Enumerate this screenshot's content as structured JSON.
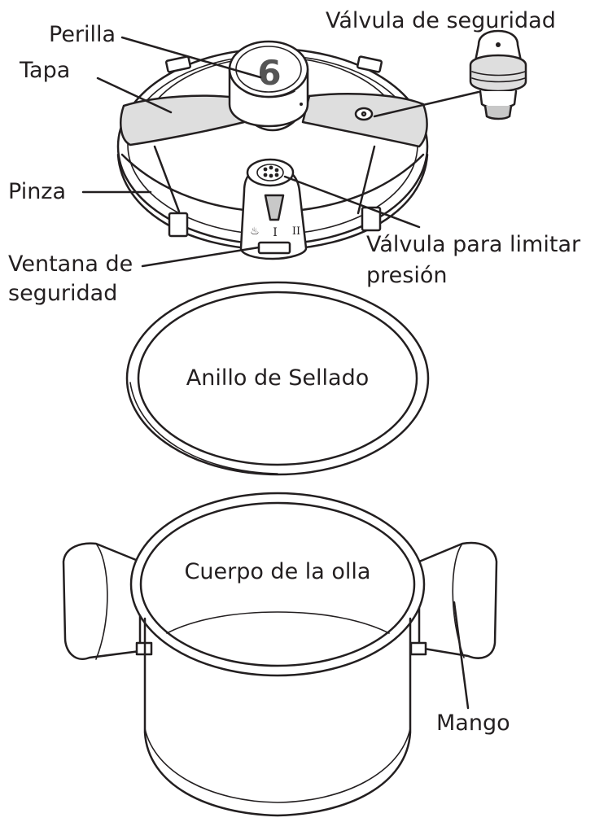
{
  "labels": {
    "perilla": "Perilla",
    "tapa": "Tapa",
    "valvula_seguridad": "Válvula de seguridad",
    "pinza": "Pinza",
    "ventana_l1": "Ventana de",
    "ventana_l2": "seguridad",
    "limitar_l1": "Válvula para limitar",
    "limitar_l2": "presión",
    "anillo": "Anillo de Sellado",
    "cuerpo": "Cuerpo de la olla",
    "mango": "Mango"
  },
  "marks": {
    "knob_symbol": "6",
    "valve_positions": [
      "♨",
      "I",
      "II"
    ]
  },
  "colors": {
    "line": "#231f20",
    "background": "#ffffff"
  }
}
